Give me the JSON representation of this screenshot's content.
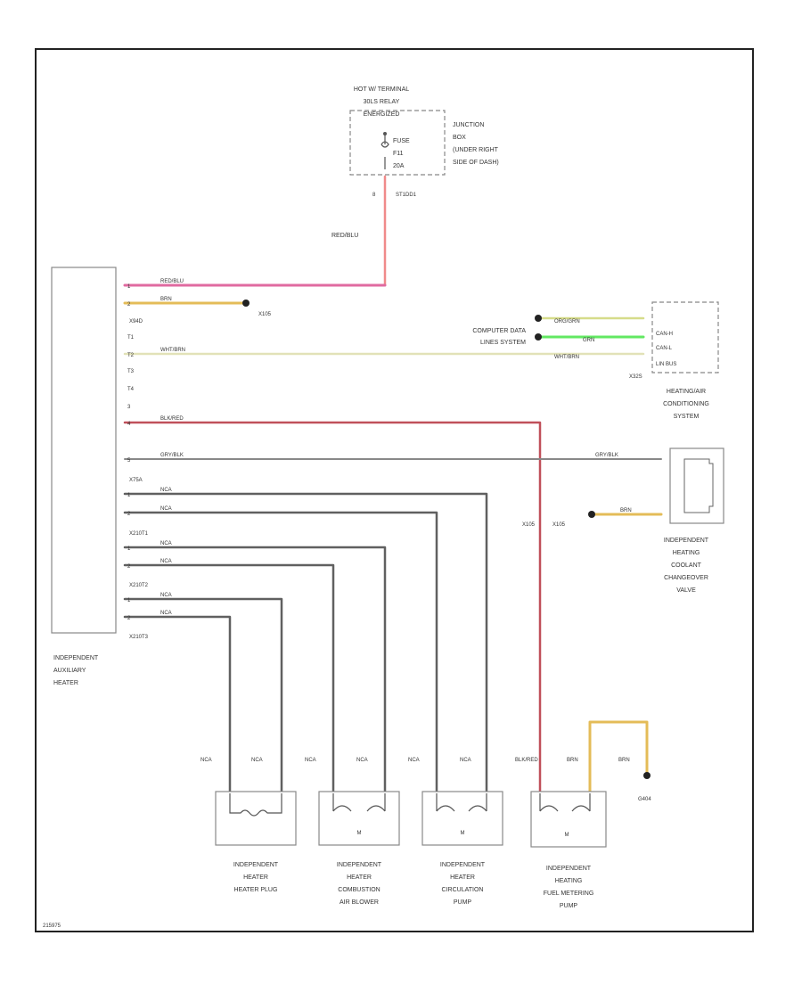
{
  "power": {
    "label_lines": [
      "HOT W/ TERMINAL",
      "30LS RELAY",
      "ENERGIZED"
    ],
    "fuse_lines": [
      "FUSE",
      "F11",
      "20A"
    ],
    "junction_lines": [
      "JUNCTION",
      "BOX",
      "(UNDER RIGHT",
      "SIDE OF DASH)"
    ],
    "terminal": "8",
    "connector": "ST1DD1",
    "wire_label": "RED/BLU"
  },
  "heater": {
    "name_lines": [
      "INDEPENDENT",
      "AUXILIARY",
      "HEATER"
    ],
    "connectors": [
      "X94D",
      "X75A",
      "X210T1",
      "X210T2",
      "X210T3"
    ],
    "pins": [
      "1",
      "2",
      "T1",
      "T2",
      "T3",
      "T4",
      "3",
      "4",
      "5",
      "1",
      "2",
      "1",
      "2",
      "1",
      "2"
    ],
    "wires": [
      "RED/BLU",
      "BRN",
      "WHT/BRN",
      "BLK/RED",
      "GRY/BLK",
      "NCA",
      "NCA",
      "NCA",
      "NCA",
      "NCA",
      "NCA"
    ],
    "ground": "X105"
  },
  "hvac": {
    "name_lines": [
      "HEATING/AIR",
      "CONDITIONING",
      "SYSTEM"
    ],
    "can_label_lines": [
      "COMPUTER DATA",
      "LINES SYSTEM"
    ],
    "pins": [
      "CAN-H",
      "CAN-L",
      "LIN BUS"
    ],
    "wires": [
      "ORG/GRN",
      "GRN",
      "WHT/BRN"
    ],
    "connector": "X32S"
  },
  "valve": {
    "name_lines": [
      "INDEPENDENT",
      "HEATING",
      "COOLANT",
      "CHANGEOVER",
      "VALVE"
    ],
    "wire_in": "GRY/BLK",
    "wire_gnd": "BRN",
    "ground": "X105"
  },
  "fuel_ground": "G404",
  "components": [
    {
      "lines": [
        "INDEPENDENT",
        "HEATER",
        "HEATER PLUG"
      ],
      "wires": [
        "NCA",
        "NCA"
      ]
    },
    {
      "lines": [
        "INDEPENDENT",
        "HEATER",
        "COMBUSTION",
        "AIR BLOWER"
      ],
      "wires": [
        "NCA",
        "NCA"
      ],
      "motor": "M"
    },
    {
      "lines": [
        "INDEPENDENT",
        "HEATER",
        "CIRCULATION",
        "PUMP"
      ],
      "wires": [
        "NCA",
        "NCA"
      ],
      "motor": "M"
    },
    {
      "lines": [
        "INDEPENDENT",
        "HEATING",
        "FUEL METERING",
        "PUMP"
      ],
      "wires": [
        "BLK/RED",
        "BRN",
        "BRN"
      ],
      "motor": "M"
    }
  ],
  "diagram_id": "215975",
  "colors": {
    "red_blu": "#f08a8a",
    "red_blu_horizontal": "#e06aa0",
    "brn": "#e4bc58",
    "wht_brn": "#e2e2b8",
    "org_grn": "#d6dc8a",
    "grn": "#62e862",
    "blk_red": "#c0505a",
    "gry_blk": "#888888",
    "nca": "#606060"
  }
}
